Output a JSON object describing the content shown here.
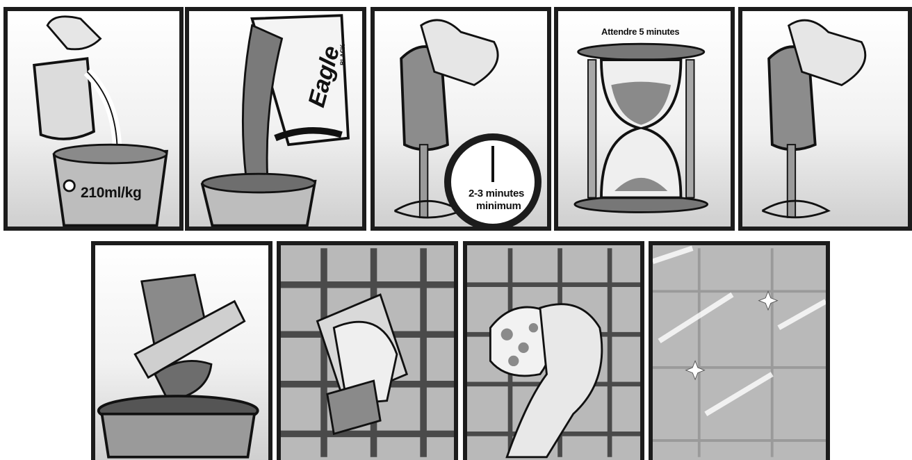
{
  "steps": [
    {
      "id": 1,
      "label": "210ml/kg"
    },
    {
      "id": 2,
      "brand": "Eagle",
      "brand_sub": "BLACK"
    },
    {
      "id": 3,
      "label_line1": "2-3 minutes",
      "label_line2": "minimum"
    },
    {
      "id": 4,
      "label": "Attendre 5 minutes"
    },
    {
      "id": 5
    },
    {
      "id": 6
    },
    {
      "id": 7
    },
    {
      "id": 8
    },
    {
      "id": 9
    }
  ],
  "colors": {
    "ink": "#1c1c1c",
    "grout": "#4a4a4a",
    "tile": "#d6d6d6",
    "skin": "#e8e8e8"
  }
}
